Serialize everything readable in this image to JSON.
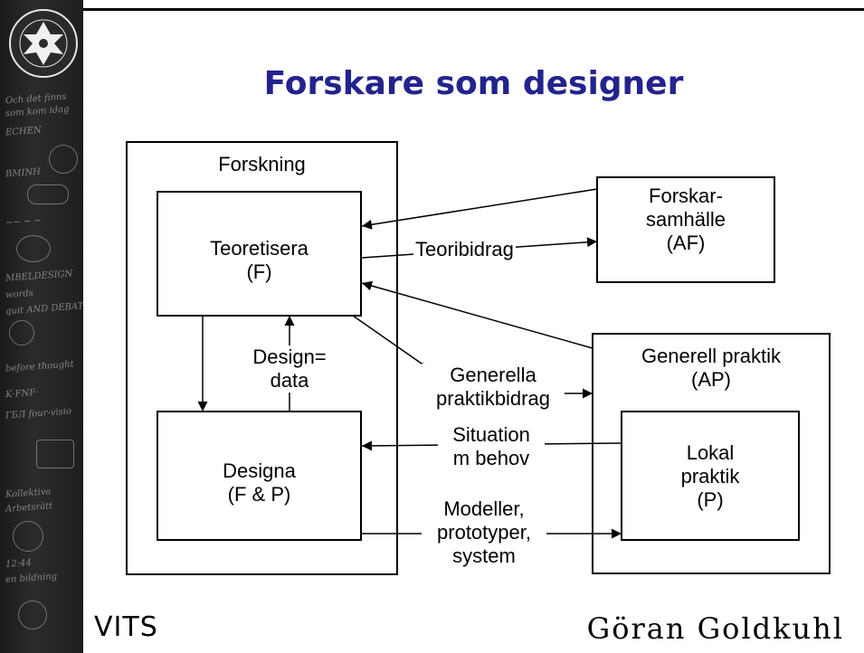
{
  "title": "Forskare som designer",
  "footer": {
    "left": "VITS",
    "right": "Göran Goldkuhl"
  },
  "boxes": {
    "forskning": "Forskning",
    "teoretisera": [
      "Teoretisera",
      "(F)"
    ],
    "designa": [
      "Designa",
      "(F & P)"
    ],
    "forskarsamhalle": [
      "Forskar-",
      "samhälle",
      "(AF)"
    ],
    "generell_praktik": [
      "Generell praktik",
      "(AP)"
    ],
    "lokal_praktik": [
      "Lokal",
      "praktik",
      "(P)"
    ]
  },
  "arrow_labels": {
    "teoribidrag": "Teoribidrag",
    "design_data": [
      "Design=",
      "data"
    ],
    "generella": [
      "Generella",
      "praktikbidrag"
    ],
    "situation": [
      "Situation",
      "m behov"
    ],
    "modeller": [
      "Modeller,",
      "prototyper,",
      "system"
    ]
  },
  "colors": {
    "title": "#23238e",
    "sidebar": "#1f1f1f"
  }
}
